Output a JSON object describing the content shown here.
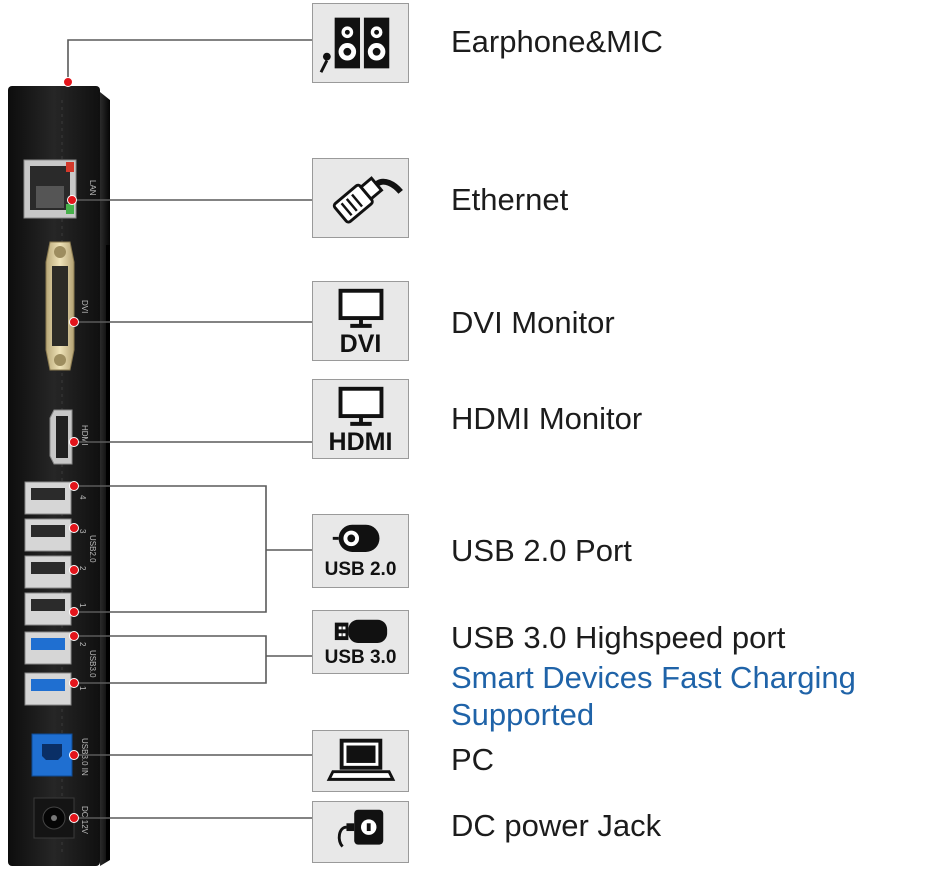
{
  "features": [
    {
      "icon": "speakers-mic-icon",
      "label": "Earphone&MIC"
    },
    {
      "icon": "ethernet-plug-icon",
      "label": "Ethernet"
    },
    {
      "icon": "monitor-icon",
      "label": "DVI Monitor",
      "caption": "DVI"
    },
    {
      "icon": "monitor-icon",
      "label": "HDMI Monitor",
      "caption": "HDMI"
    },
    {
      "icon": "mouse-icon",
      "label": "USB 2.0 Port",
      "caption": "USB 2.0"
    },
    {
      "icon": "usb-stick-icon",
      "label": "USB 3.0 Highspeed port",
      "caption": "USB 3.0",
      "note_line1": "Smart Devices Fast Charging",
      "note_line2": "Supported"
    },
    {
      "icon": "laptop-icon",
      "label": "PC"
    },
    {
      "icon": "power-adapter-icon",
      "label": "DC power Jack"
    }
  ],
  "device_labels": {
    "lan": "LAN",
    "dvi": "DVI",
    "hdmi": "HDMI",
    "usb2": "USB2.0",
    "usb3": "USB3.0",
    "usb3_in": "USB3.0 IN",
    "dc": "DC 12V",
    "usb2_nums": [
      "4",
      "3",
      "2",
      "1"
    ],
    "usb3_nums": [
      "2",
      "1"
    ]
  },
  "colors": {
    "callout_dot": "#e3141b",
    "connector_line": "#5a5a5a",
    "device_body": "#1a1a1a",
    "note_text": "#1f63a8",
    "usb3_blue": "#1f6fd1"
  }
}
